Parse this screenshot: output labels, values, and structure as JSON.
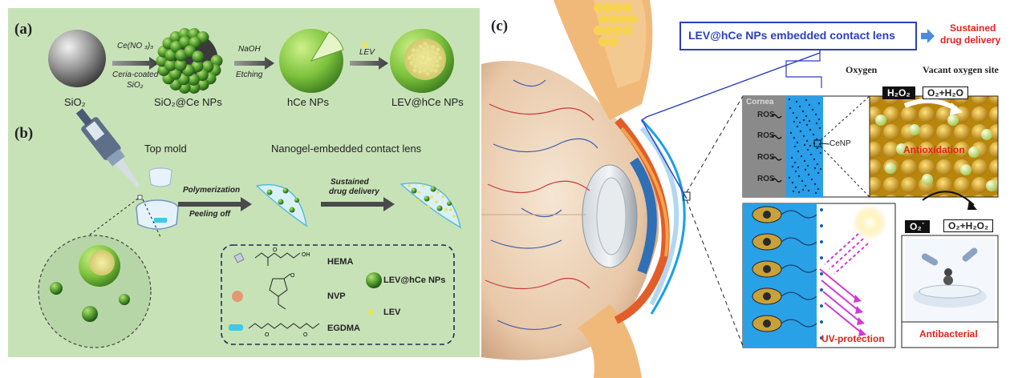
{
  "panel_a": {
    "label": "(a)",
    "items": [
      "SiO₂",
      "SiO₂@Ce NPs",
      "hCe NPs",
      "LEV@hCe NPs"
    ],
    "step1_top": "Ce(NO ₃)₃",
    "step1_bottom1": "Ceria-coated",
    "step1_bottom2": "SiO₂",
    "step2_top": "NaOH",
    "step2_bottom": "Etching",
    "step3_top": "LEV"
  },
  "panel_b": {
    "label": "(b)",
    "top_mold": "Top mold",
    "lens_title": "Nanogel-embedded contact lens",
    "step1_top": "Polymerization",
    "step1_bottom": "Peeling off",
    "step2_top1": "Sustained",
    "step2_top2": "drug delivery",
    "legend": {
      "hema": "HEMA",
      "nvp": "NVP",
      "egdma": "EGDMA",
      "lev_hce": "LEV@hCe NPs",
      "lev": "LEV"
    }
  },
  "panel_c": {
    "label": "(c)",
    "lens_box": "LEV@hCe NPs embedded contact lens",
    "sustained1": "Sustained",
    "sustained2": "drug delivery",
    "oxygen": "Oxygen",
    "vacant": "Vacant oxygen site",
    "h2o2": "H₂O₂",
    "o2h2o": "O₂+H₂O",
    "cornea": "Cornea",
    "ros": "ROS",
    "cenp": "CeNP",
    "antioxidation": "Antioxidation",
    "o2minus": "O₂˙",
    "o2h2o2": "O₂+H₂O₂",
    "uv": "UV-protection",
    "antibacterial": "Antibacterial"
  },
  "colors": {
    "panel_bg": "#c8e2b8",
    "accent_red": "#e0231c",
    "lens_blue": "#1f7fd6",
    "box_blue": "#2b3fbf"
  }
}
